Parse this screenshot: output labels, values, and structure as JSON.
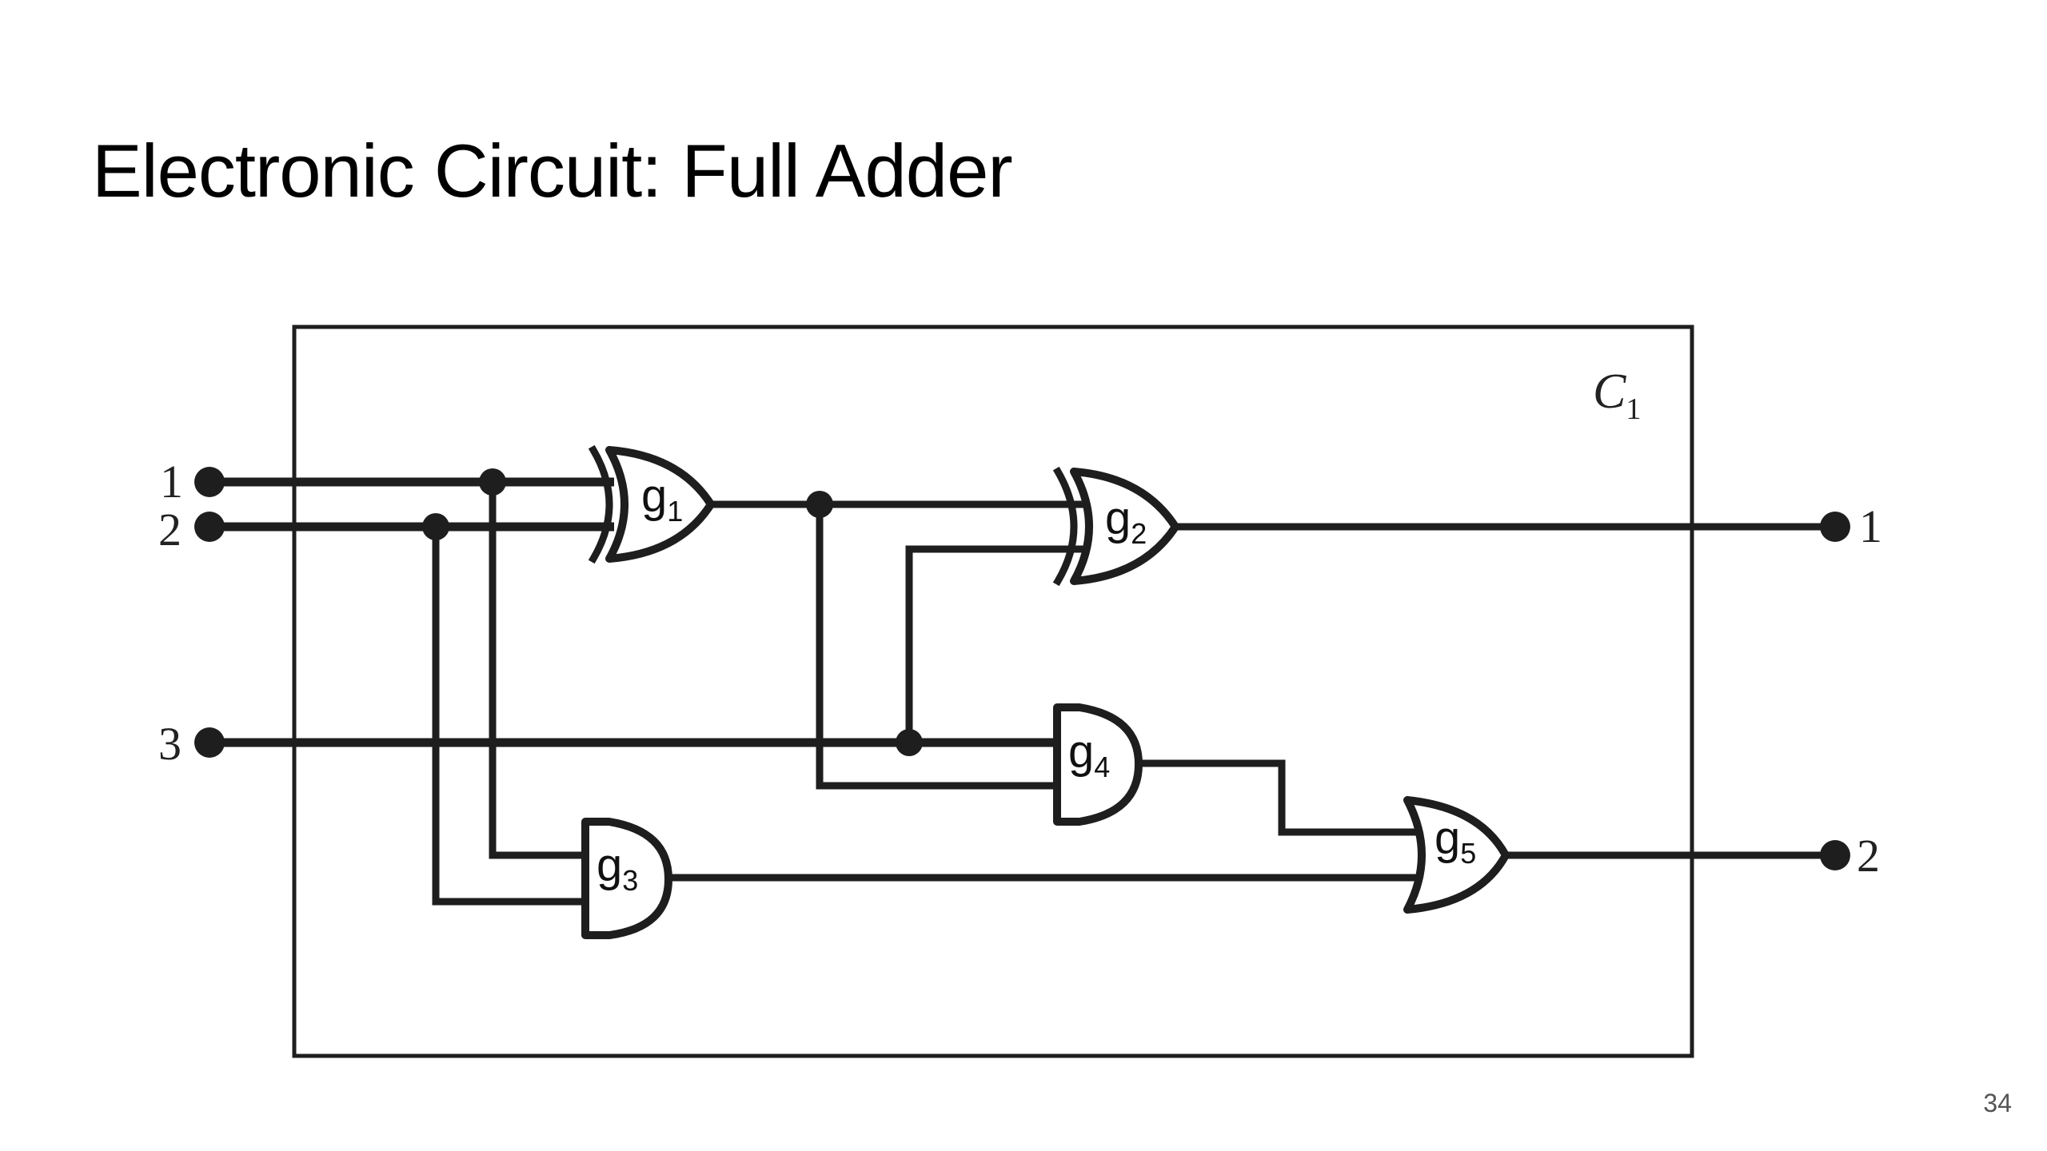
{
  "slide": {
    "title": "Electronic Circuit: Full Adder",
    "page_number": "34"
  },
  "circuit": {
    "name": "C",
    "name_subscript": "1",
    "colors": {
      "ink": "#1e1e1e",
      "background": "#ffffff"
    },
    "inputs": [
      {
        "label": "1"
      },
      {
        "label": "2"
      },
      {
        "label": "3"
      }
    ],
    "outputs": [
      {
        "label": "1",
        "source": "g2"
      },
      {
        "label": "2",
        "source": "g5"
      }
    ],
    "gates": [
      {
        "id": "g1",
        "letter": "g",
        "index": "1",
        "type": "XOR",
        "inputs": [
          "in1",
          "in2"
        ]
      },
      {
        "id": "g2",
        "letter": "g",
        "index": "2",
        "type": "XOR",
        "inputs": [
          "g1",
          "in3"
        ]
      },
      {
        "id": "g3",
        "letter": "g",
        "index": "3",
        "type": "AND",
        "inputs": [
          "in1",
          "in2"
        ]
      },
      {
        "id": "g4",
        "letter": "g",
        "index": "4",
        "type": "AND",
        "inputs": [
          "in3",
          "g1"
        ]
      },
      {
        "id": "g5",
        "letter": "g",
        "index": "5",
        "type": "OR",
        "inputs": [
          "g4",
          "g3"
        ]
      }
    ]
  }
}
